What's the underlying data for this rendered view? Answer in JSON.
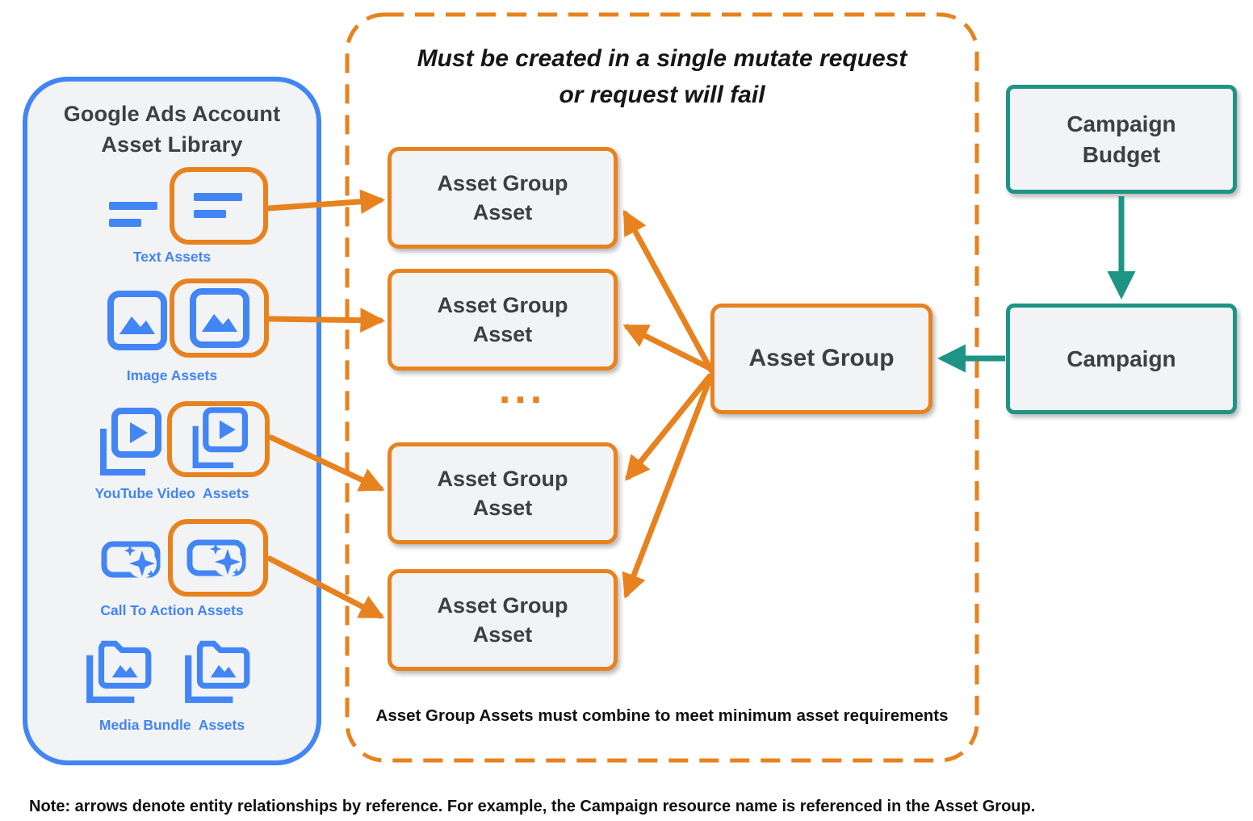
{
  "palette": {
    "blue": "#4285F4",
    "orange": "#E8821E",
    "teal": "#1E9485",
    "box_fill": "#F1F3F4",
    "text_dark": "#3C4043",
    "text_black": "#111111"
  },
  "library": {
    "title": "Google Ads Account\nAsset Library",
    "items": [
      {
        "label": "Text Assets",
        "icon": "text-lines-icon",
        "highlighted": true
      },
      {
        "label": "Image Assets",
        "icon": "image-icon",
        "highlighted": true
      },
      {
        "label": "YouTube Video  Assets",
        "icon": "video-play-stack-icon",
        "highlighted": true
      },
      {
        "label": "Call To Action Assets",
        "icon": "button-sparkle-icon",
        "highlighted": true
      },
      {
        "label": "Media Bundle  Assets",
        "icon": "folder-image-stack-icon",
        "highlighted": false
      }
    ]
  },
  "mutate_group": {
    "title": "Must be created in a single mutate request\nor request will fail",
    "boxes": [
      "Asset Group\nAsset",
      "Asset Group\nAsset",
      "Asset Group\nAsset",
      "Asset Group\nAsset"
    ],
    "ellipsis": "...",
    "footnote": "Asset Group Assets must combine to meet minimum asset requirements"
  },
  "asset_group": {
    "label": "Asset Group"
  },
  "campaign_budget": {
    "label": "Campaign\nBudget"
  },
  "campaign": {
    "label": "Campaign"
  },
  "note": "Note: arrows denote entity relationships by reference. For example, the Campaign resource name is referenced in the Asset Group."
}
